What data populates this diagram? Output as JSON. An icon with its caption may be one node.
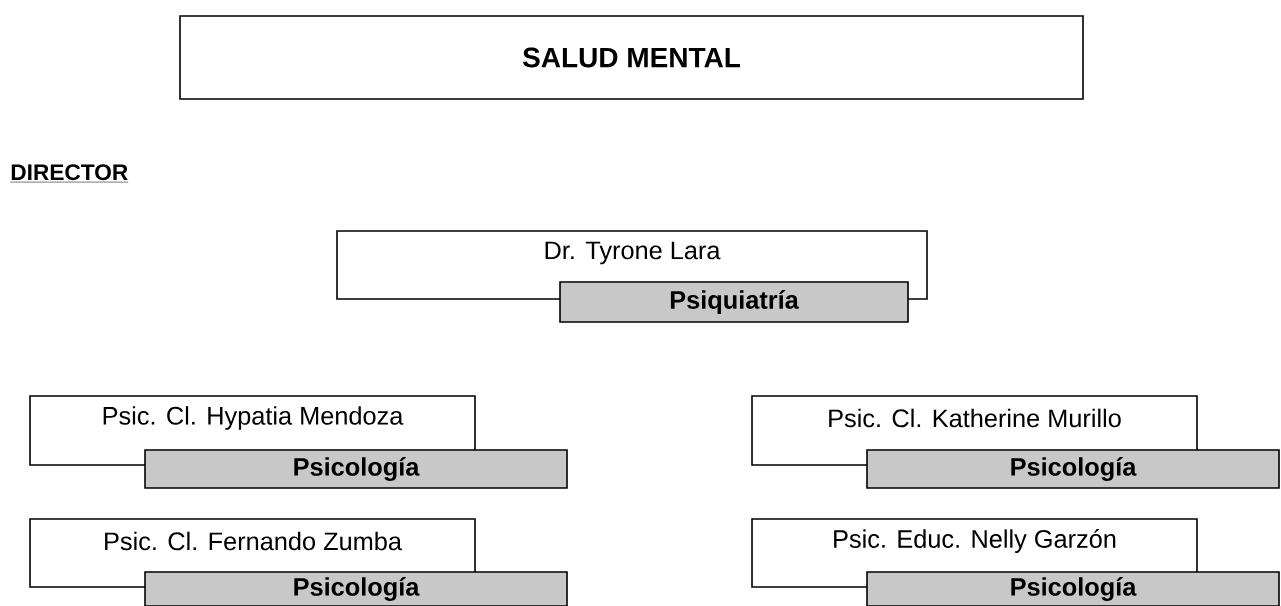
{
  "diagram": {
    "nodes": [
      {
        "text": [
          "SALUD MENTAL"
        ]
      },
      {
        "text": [
          "Dr. Tyrone Lara",
          "Psiquiatría"
        ]
      },
      {
        "text": [
          "Psic. Cl. Hypatia Mendoza",
          "Psicología"
        ]
      },
      {
        "text": [
          "Psic. Cl. Katherine Murillo",
          "Psicología"
        ]
      },
      {
        "text": [
          "Psic. Cl. Fernando Zumba",
          "Psicología"
        ]
      },
      {
        "text": [
          "Psic. Educ. Nelly Garzón",
          "Psicología"
        ]
      }
    ],
    "edges": [],
    "labels": [
      "DIRECTOR"
    ]
  }
}
